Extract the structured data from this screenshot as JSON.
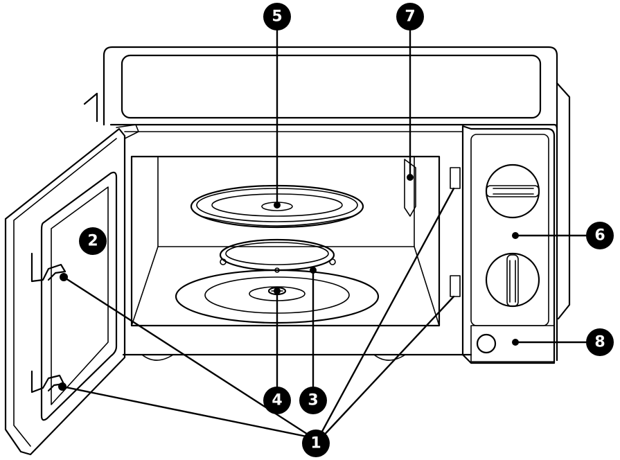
{
  "callouts": [
    {
      "id": "1",
      "label": "1",
      "part": "door-latch-hooks"
    },
    {
      "id": "2",
      "label": "2",
      "part": "door-window"
    },
    {
      "id": "3",
      "label": "3",
      "part": "roller-ring"
    },
    {
      "id": "4",
      "label": "4",
      "part": "turntable-shaft"
    },
    {
      "id": "5",
      "label": "5",
      "part": "glass-tray"
    },
    {
      "id": "6",
      "label": "6",
      "part": "control-panel"
    },
    {
      "id": "7",
      "label": "7",
      "part": "waveguide-cover"
    },
    {
      "id": "8",
      "label": "8",
      "part": "door-release-button"
    }
  ],
  "colors": {
    "line": "#000000",
    "background": "#ffffff",
    "callout_fill": "#000000",
    "callout_text": "#ffffff"
  }
}
